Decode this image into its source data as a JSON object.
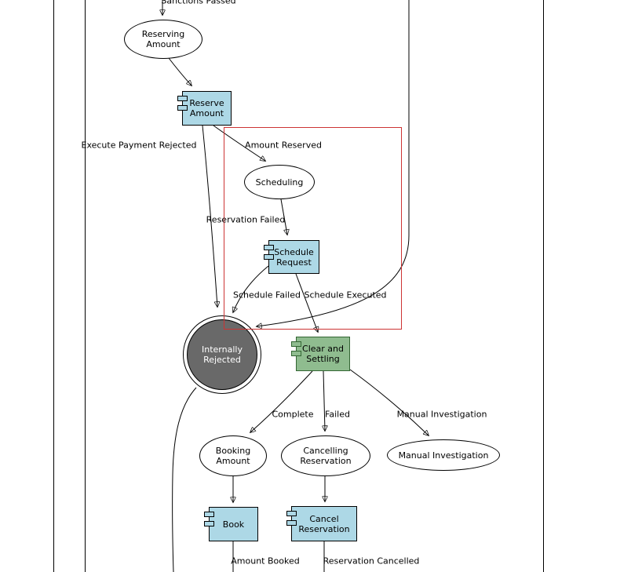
{
  "diagram_type": "state-machine-flowchart",
  "nodes": {
    "reserving_amount": "Reserving\nAmount",
    "reserve_amount": "Reserve\nAmount",
    "scheduling": "Scheduling",
    "schedule_request": "Schedule\nRequest",
    "internally_rejected": "Internally\nRejected",
    "clear_and_settling": "Clear and\nSettling",
    "booking_amount": "Booking\nAmount",
    "cancelling_reservation": "Cancelling\nReservation",
    "manual_investigation": "Manual Investigation",
    "book": "Book",
    "cancel_reservation": "Cancel\nReservation"
  },
  "edge_labels": {
    "sanctions_passed": "Sanctions Passed",
    "execute_payment_rejected": "Execute Payment Rejected",
    "amount_reserved": "Amount Reserved",
    "reservation_failed": "Reservation Failed",
    "schedule_failed": "Schedule Failed",
    "schedule_executed": "Schedule Executed",
    "complete": "Complete",
    "failed": "Failed",
    "manual_investigation": "Manual Investigation",
    "amount_booked": "Amount Booked",
    "reservation_cancelled": "Reservation Cancelled"
  },
  "colors": {
    "task-fill": "#add8e6",
    "task-border": "#000000",
    "settle-fill": "#8fbc8f",
    "settle-border": "#336633",
    "end-fill": "#696969",
    "end-text": "#ffffff",
    "node-fill": "#ffffff",
    "highlight": "#cd3333",
    "edge": "#000000",
    "text": "#000000"
  }
}
